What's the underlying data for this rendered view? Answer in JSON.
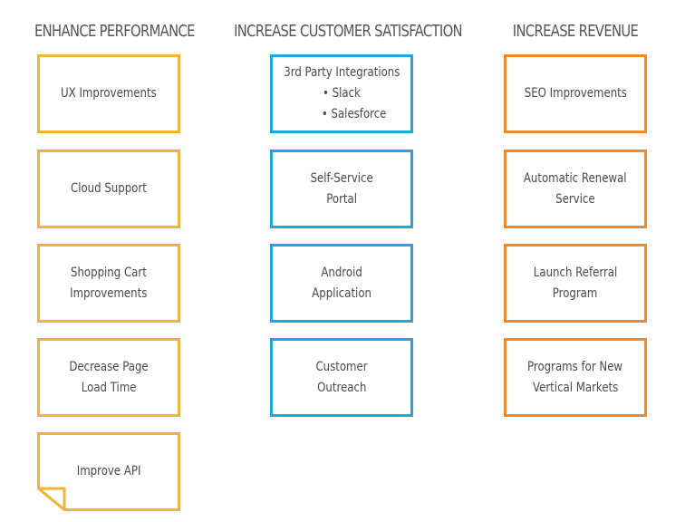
{
  "columns": [
    {
      "title": "ENHANCE PERFORMANCE",
      "color": "#f5b335",
      "cards": [
        {
          "lines": [
            "UX Improvements"
          ]
        },
        {
          "lines": [
            "Cloud Support"
          ]
        },
        {
          "lines": [
            "Shopping Cart",
            "Improvements"
          ]
        },
        {
          "lines": [
            "Decrease Page",
            "Load Time"
          ]
        },
        {
          "lines": [
            "Improve API"
          ]
        }
      ]
    },
    {
      "title": "INCREASE CUSTOMER SATISFACTION",
      "color": "#1fa8e0",
      "cards": [
        {
          "lines": [
            "3rd Party Integrations"
          ],
          "bullets": [
            "Slack",
            "Salesforce"
          ]
        },
        {
          "lines": [
            "Self-Service",
            "Portal"
          ]
        },
        {
          "lines": [
            "Android",
            "Application"
          ]
        },
        {
          "lines": [
            "Customer",
            "Outreach"
          ]
        }
      ]
    },
    {
      "title": "INCREASE REVENUE",
      "color": "#f08a2b",
      "cards": [
        {
          "lines": [
            "SEO Improvements"
          ]
        },
        {
          "lines": [
            "Automatic Renewal",
            "Service"
          ]
        },
        {
          "lines": [
            "Launch Referral",
            "Program"
          ]
        },
        {
          "lines": [
            "Programs for New",
            "Vertical Markets"
          ]
        }
      ]
    }
  ]
}
